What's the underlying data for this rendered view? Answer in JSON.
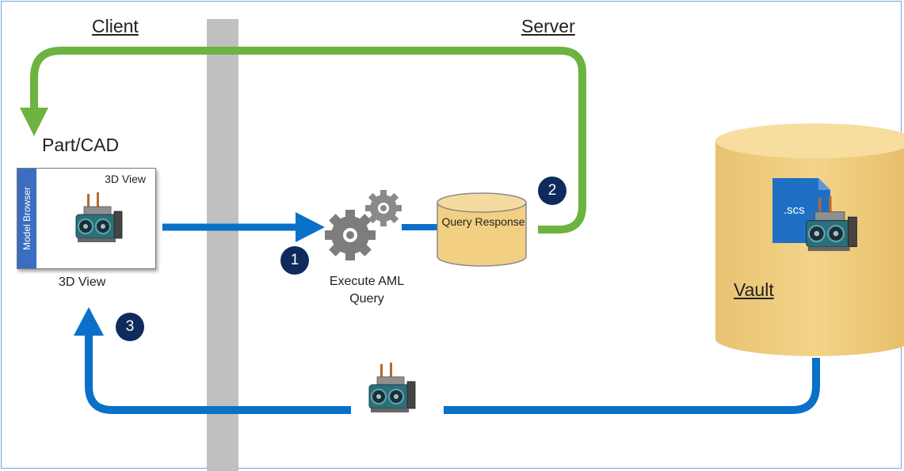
{
  "titles": {
    "client": "Client",
    "server": "Server"
  },
  "client": {
    "part_cad": "Part/CAD",
    "model_browser": "Model Browser",
    "inner_view": "3D View",
    "view_label": "3D View"
  },
  "server": {
    "execute": "Execute AML Query",
    "query_response": "Query Response",
    "vault": "Vault",
    "file_ext": ".scs"
  },
  "steps": [
    "1",
    "2",
    "3"
  ],
  "colors": {
    "blue_arrow": "#0a70c8",
    "green_arrow": "#6cb33f",
    "divider": "#c0c0c0",
    "cylinder": "#f2cf82",
    "badge": "#0f2a5c",
    "model_browser": "#3b6dc0"
  }
}
